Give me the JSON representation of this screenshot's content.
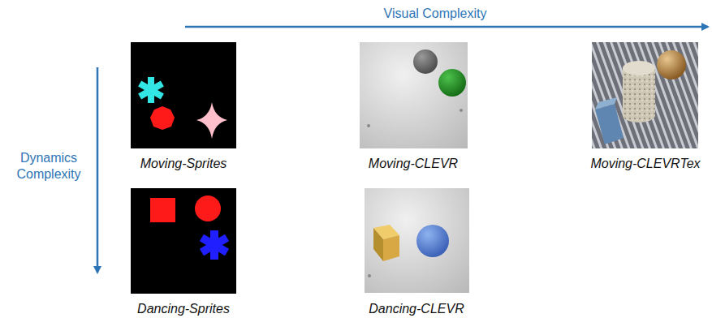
{
  "diagram": {
    "labels": [
      "Visual Complexity",
      "Dynamics Complexity",
      "Moving-Sprites",
      "Moving-CLEVR",
      "Moving-CLEVRTex",
      "Dancing-Sprites",
      "Dancing-CLEVR"
    ]
  }
}
